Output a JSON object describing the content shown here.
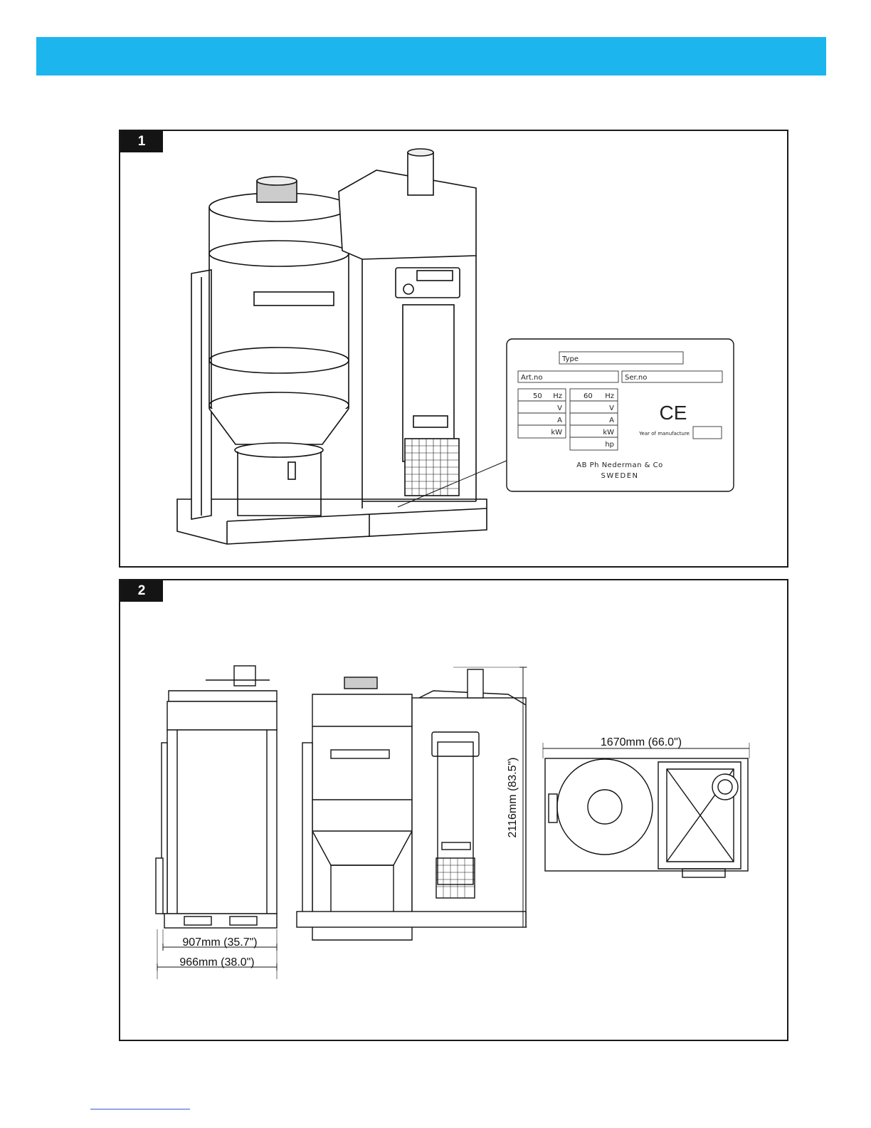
{
  "figures": {
    "figure1": {
      "number": "1",
      "rating_plate": {
        "type_label": "Type",
        "artno_label": "Art.no",
        "serno_label": "Ser.no",
        "col50": [
          "50",
          "Hz",
          "V",
          "A",
          "kW"
        ],
        "col60": [
          "60",
          "Hz",
          "V",
          "A",
          "kW",
          "hp"
        ],
        "ce_mark": "CE",
        "year_label": "Year of manufacture",
        "manufacturer": "AB Ph Nederman & Co",
        "country": "SWEDEN"
      }
    },
    "figure2": {
      "number": "2",
      "dimensions": {
        "width_inner": "907mm (35.7\")",
        "width_outer": "966mm (38.0\")",
        "height": "2116mm (83.5\")",
        "length": "1670mm (66.0\")"
      }
    }
  },
  "colors": {
    "header_band": "#1cb5ee",
    "badge": "#141414"
  }
}
